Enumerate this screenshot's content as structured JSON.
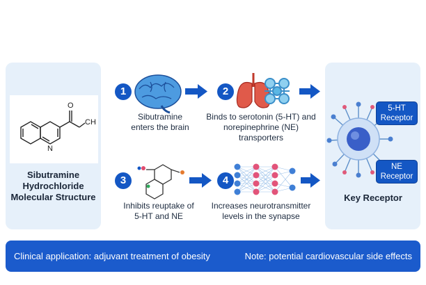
{
  "molecule": {
    "caption_line1": "Sibutramine",
    "caption_line2": "Hydrochloride",
    "caption_line3": "Molecular Structure",
    "atom_o": "O",
    "atom_n": "N",
    "atom_ch": "CH"
  },
  "steps": [
    {
      "number": "1",
      "line1": "Sibutramine",
      "line2": "enters the brain"
    },
    {
      "number": "2",
      "line1": "Binds to serotonin (5-HT) and",
      "line2": "norepinephrine (NE) transporters"
    },
    {
      "number": "3",
      "line1": "Inhibits reuptake of",
      "line2": "5-HT and NE"
    },
    {
      "number": "4",
      "line1": "Increases neurotransmitter",
      "line2": "levels in the synapse"
    }
  ],
  "receptor": {
    "caption": "Key Receptor",
    "label_5ht_line1": "5-HT",
    "label_5ht_line2": "Receptor",
    "label_ne_line1": "NE",
    "label_ne_line2": "Receptor"
  },
  "bottom": {
    "left_text": "Clinical application: adjuvant treatment of obesity",
    "right_text": "Note: potential cardiovascular side effects"
  },
  "colors": {
    "accent": "#1457c4",
    "panel": "#e6f0fa",
    "bar": "#1b5bcc"
  }
}
